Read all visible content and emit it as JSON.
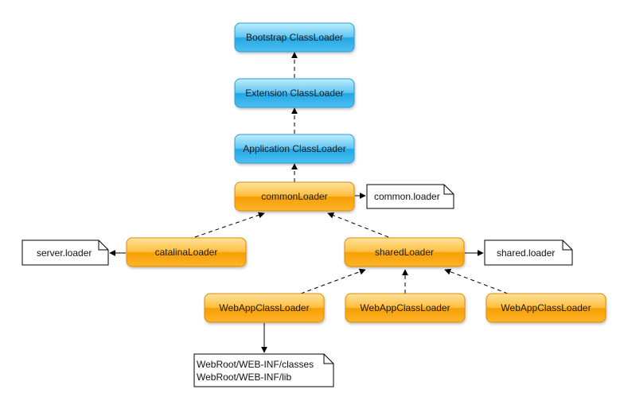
{
  "nodes": {
    "bootstrap": "Bootstrap ClassLoader",
    "extension": "Extension ClassLoader",
    "application": "Application ClassLoader",
    "common": "commonLoader",
    "catalina": "catalinaLoader",
    "shared": "sharedLoader",
    "webapp1": "WebAppClassLoader",
    "webapp2": "WebAppClassLoader",
    "webapp3": "WebAppClassLoader"
  },
  "notes": {
    "common_loader": "common.loader",
    "server_loader": "server.loader",
    "shared_loader": "shared.loader",
    "webroot_classes": "WebRoot/WEB-INF/classes",
    "webroot_lib": "WebRoot/WEB-INF/lib"
  },
  "colors": {
    "blue_top": "#aee6fb",
    "blue_bottom": "#1aa3e0",
    "blue_border": "#2a9fd8",
    "orange_top": "#ffd982",
    "orange_bottom": "#f59a00",
    "orange_border": "#e08d00"
  }
}
